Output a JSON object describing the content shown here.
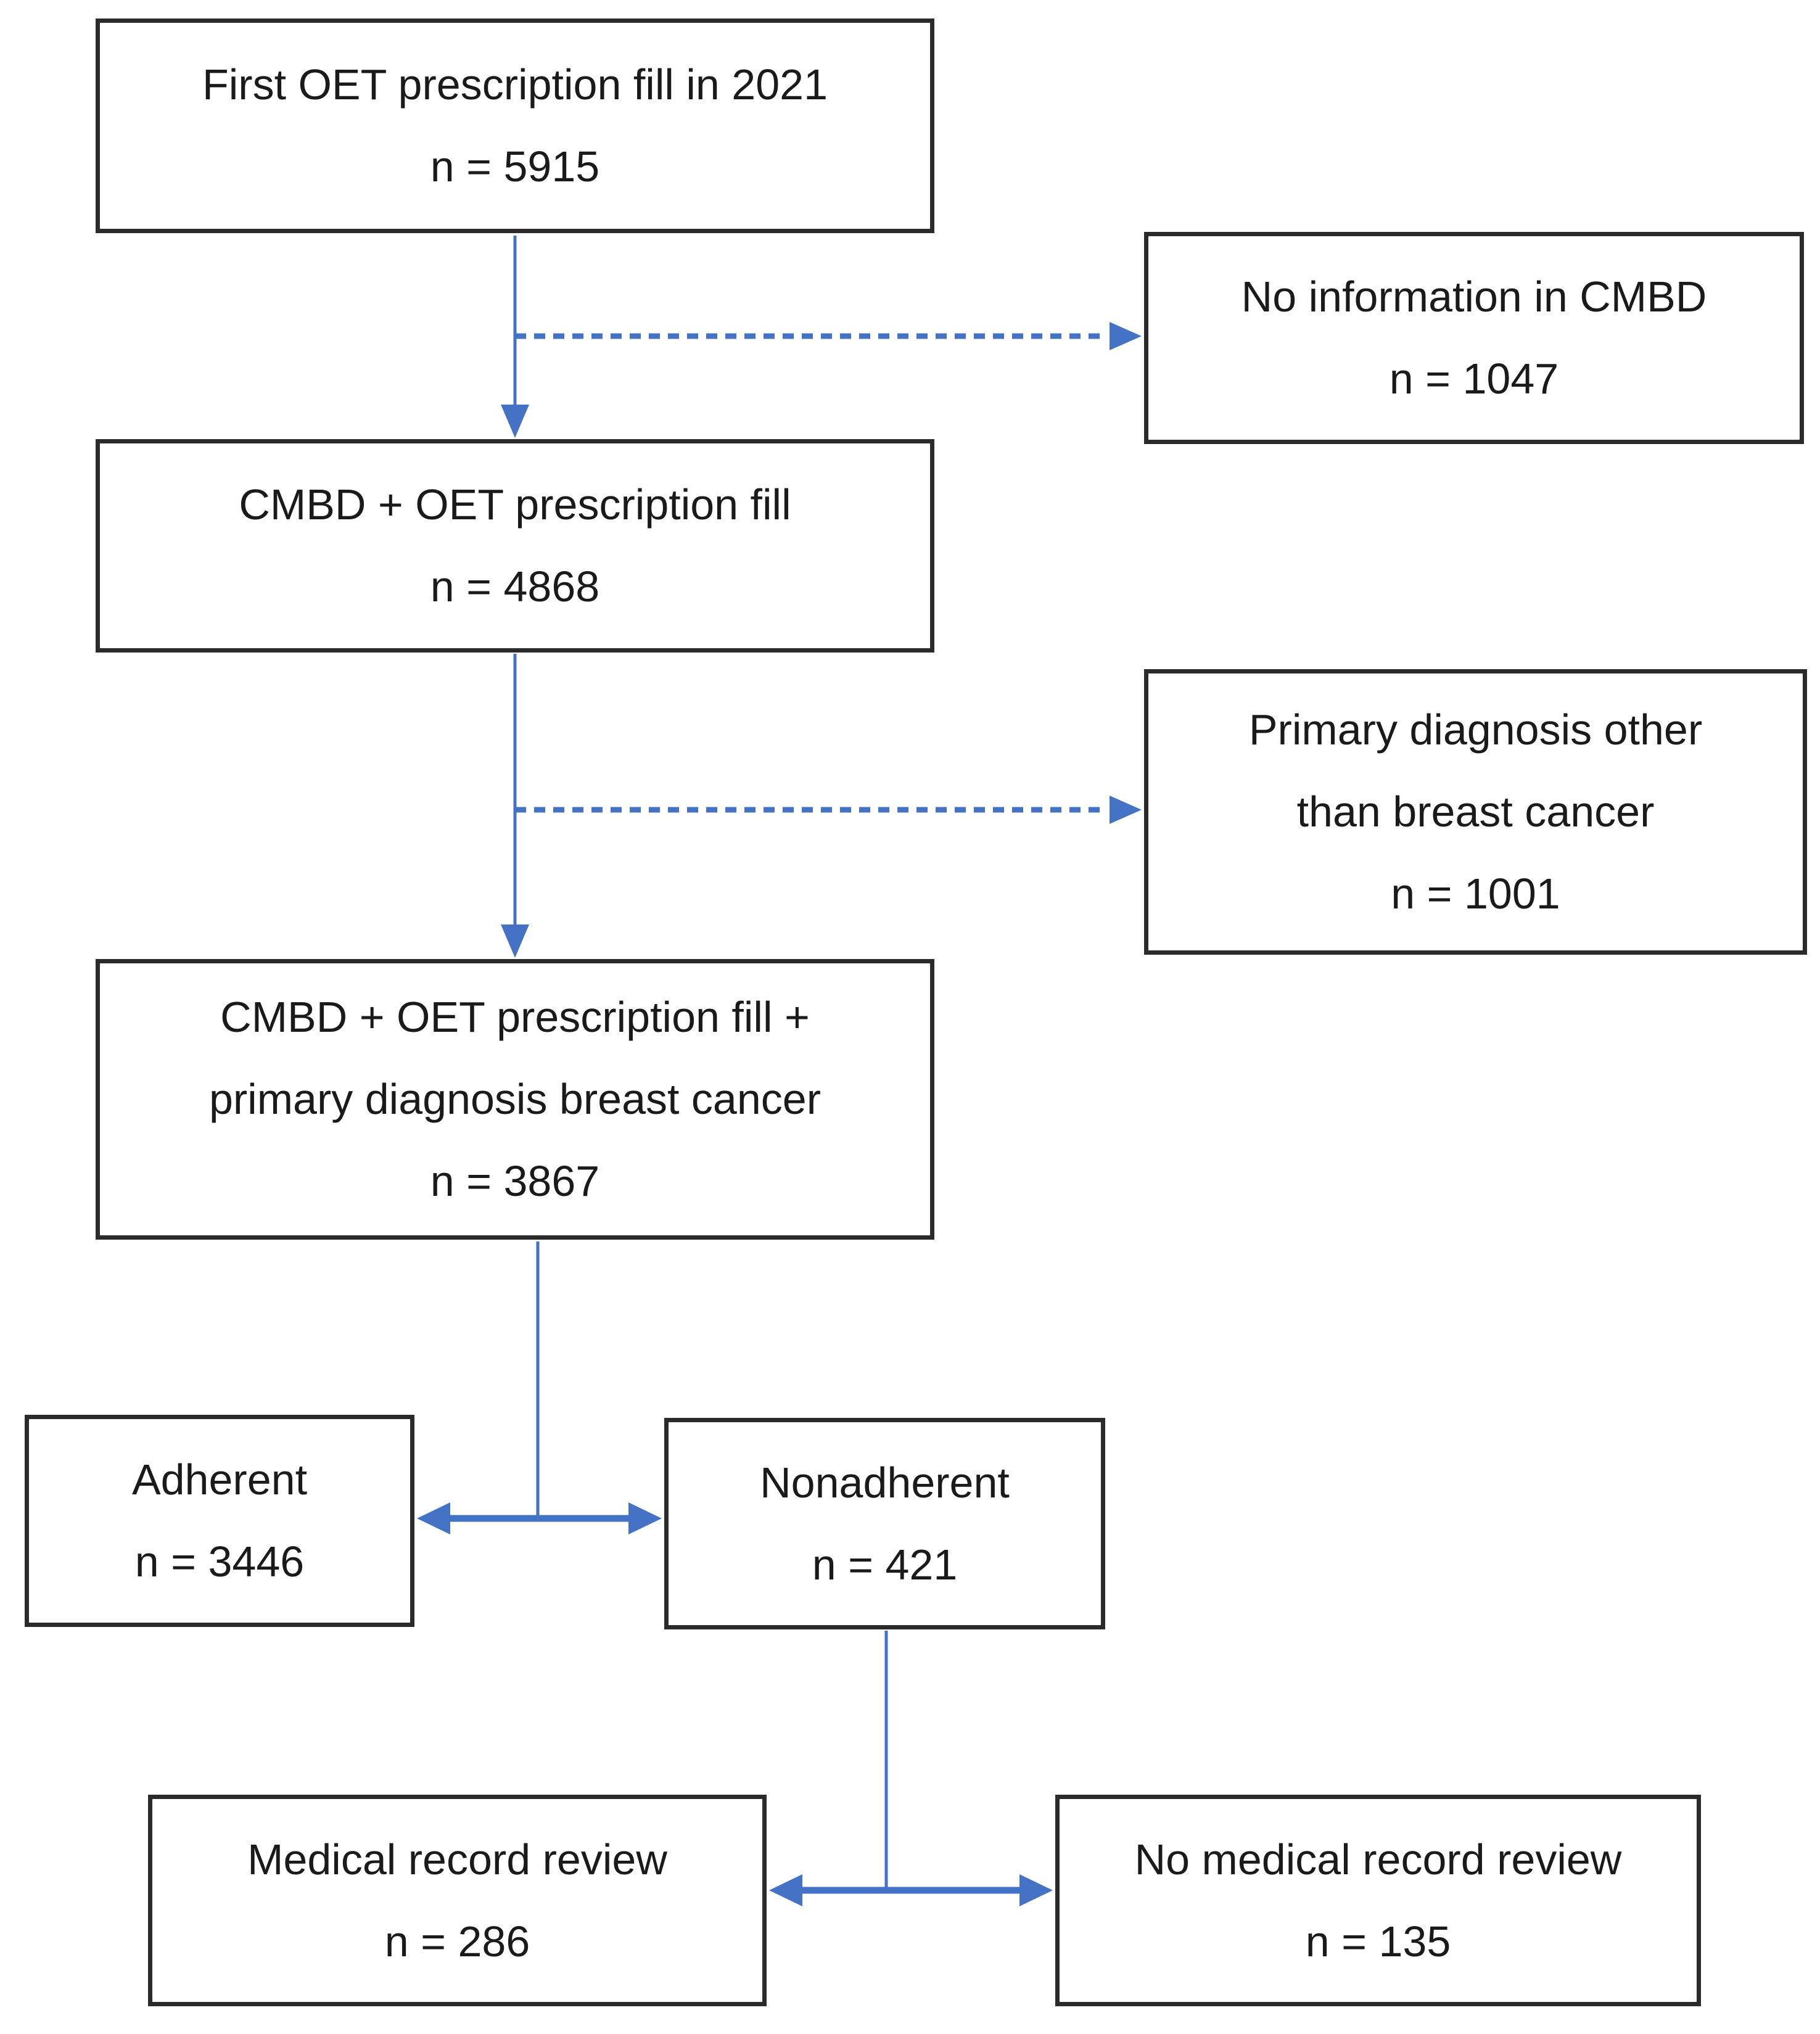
{
  "colors": {
    "arrow_blue": "#4472C4",
    "box_border": "#2b2b2b",
    "text": "#1a1a1a",
    "background": "#ffffff"
  },
  "boxes": {
    "first_fill": {
      "lines": [
        "First OET prescription fill in 2021"
      ],
      "n": "n = 5915"
    },
    "no_info_cmbd": {
      "lines": [
        "No information in CMBD"
      ],
      "n": "n = 1047"
    },
    "cmbd_oet": {
      "lines": [
        "CMBD + OET prescription fill"
      ],
      "n": "n = 4868"
    },
    "other_diagnosis": {
      "lines": [
        "Primary diagnosis other",
        "than breast cancer"
      ],
      "n": "n = 1001"
    },
    "cmbd_oet_breast": {
      "lines": [
        "CMBD + OET prescription fill +",
        "primary diagnosis breast cancer"
      ],
      "n": "n = 3867"
    },
    "adherent": {
      "lines": [
        "Adherent"
      ],
      "n": "n = 3446"
    },
    "nonadherent": {
      "lines": [
        "Nonadherent"
      ],
      "n": "n = 421"
    },
    "record_review": {
      "lines": [
        "Medical record review"
      ],
      "n": "n = 286"
    },
    "no_record_review": {
      "lines": [
        "No medical record review"
      ],
      "n": "n = 135"
    }
  },
  "arrows": [
    {
      "from": "first_fill",
      "to": "cmbd_oet",
      "style": "solid-down"
    },
    {
      "from": "first_fill",
      "to": "no_info_cmbd",
      "style": "dashed-right"
    },
    {
      "from": "cmbd_oet",
      "to": "cmbd_oet_breast",
      "style": "solid-down"
    },
    {
      "from": "cmbd_oet",
      "to": "other_diagnosis",
      "style": "dashed-right"
    },
    {
      "from": "cmbd_oet_breast",
      "to": "adherent/nonadherent",
      "style": "solid-down-double-headed"
    },
    {
      "from": "nonadherent",
      "to": "record_review/no_record_review",
      "style": "solid-down-double-headed"
    }
  ]
}
